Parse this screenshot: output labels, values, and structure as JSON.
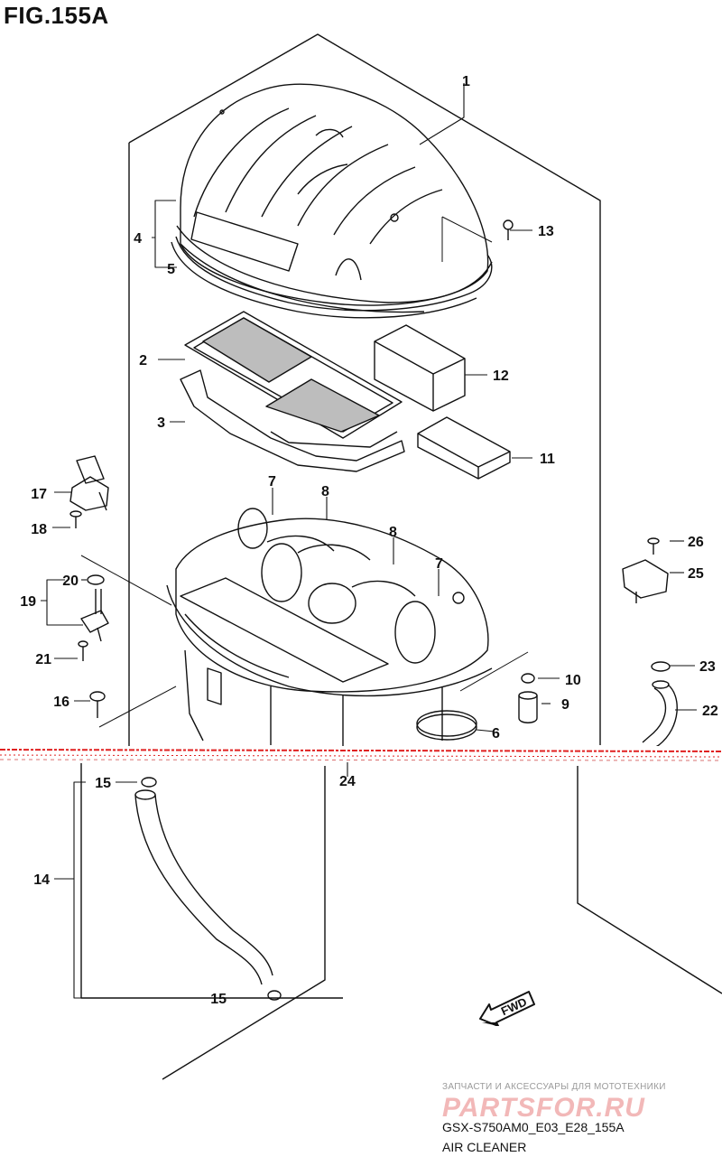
{
  "figure_title": "FIG.155A",
  "callouts": {
    "c1": "1",
    "c2": "2",
    "c3": "3",
    "c4": "4",
    "c5": "5",
    "c6": "6",
    "c7a": "7",
    "c7b": "7",
    "c8a": "8",
    "c8b": "8",
    "c9": "9",
    "c10": "10",
    "c11": "11",
    "c12": "12",
    "c13": "13",
    "c14": "14",
    "c15a": "15",
    "c15b": "15",
    "c16": "16",
    "c17": "17",
    "c18": "18",
    "c19": "19",
    "c20": "20",
    "c21": "21",
    "c22": "22",
    "c23": "23",
    "c24": "24",
    "c25": "25",
    "c26": "26"
  },
  "fwd_label": "FWD",
  "watermark": {
    "tagline": "ЗАПЧАСТИ И АКСЕССУАРЫ ДЛЯ МОТОТЕХНИКИ",
    "brand": "PARTSFOR.RU"
  },
  "footer": {
    "diagram_code": "GSX-S750AM0_E03_E28_155A",
    "diagram_name": "AIR CLEANER"
  },
  "colors": {
    "line": "#111111",
    "tear_line": "#e02020",
    "watermark": "#f2b8b8"
  }
}
